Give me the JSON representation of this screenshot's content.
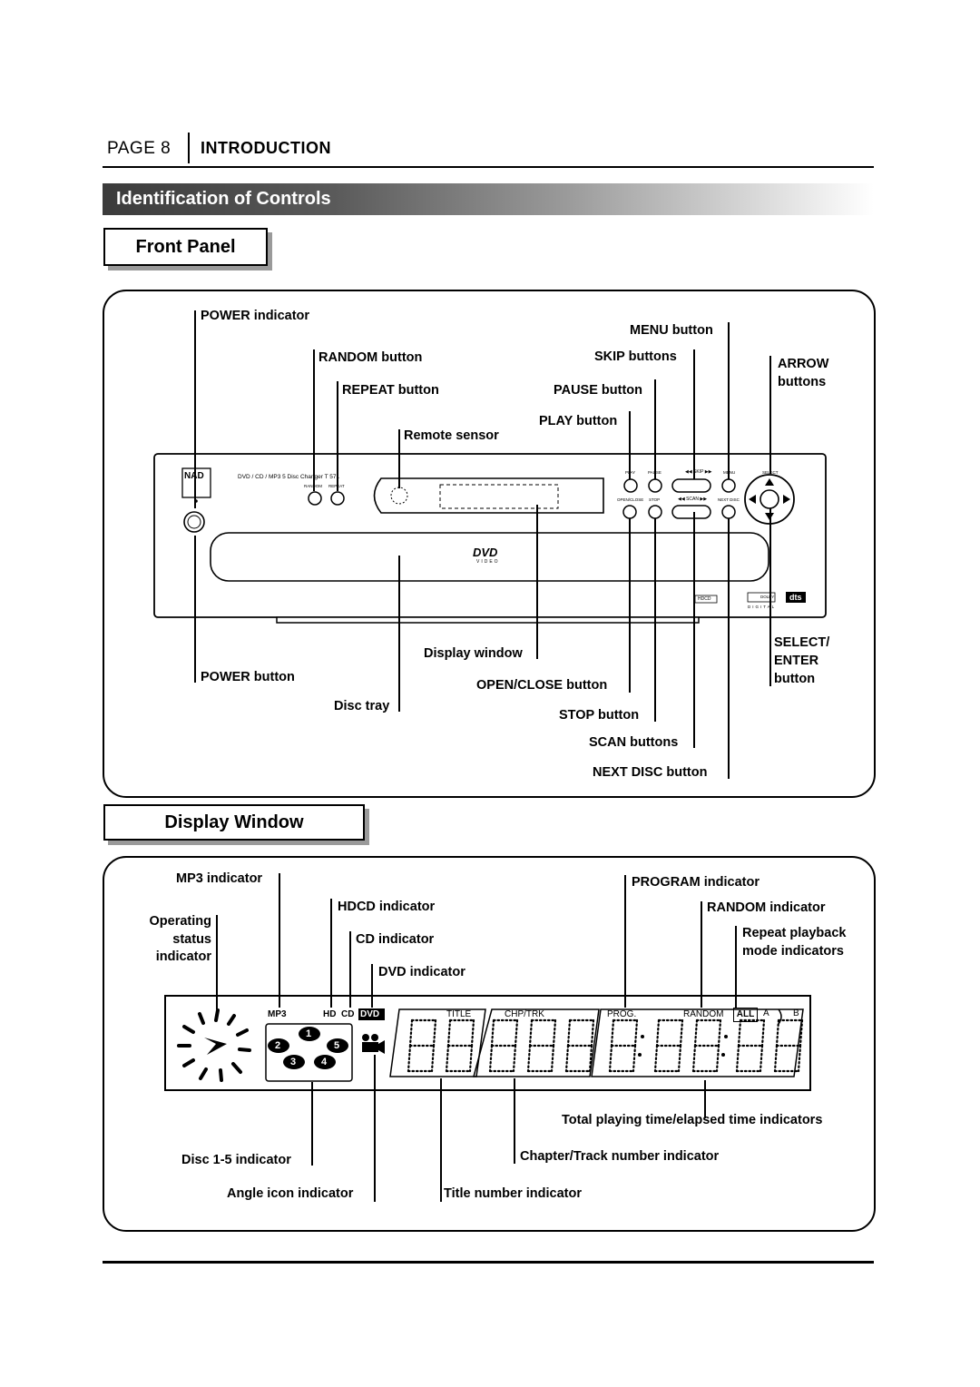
{
  "header": {
    "page": "PAGE 8",
    "section": "INTRODUCTION"
  },
  "banner": "Identification of Controls",
  "front_panel": {
    "title": "Front Panel",
    "labels": {
      "power_indicator": "POWER indicator",
      "random_button": "RANDOM button",
      "repeat_button": "REPEAT button",
      "remote_sensor": "Remote sensor",
      "menu_button": "MENU button",
      "skip_buttons": "SKIP buttons",
      "pause_button": "PAUSE button",
      "play_button": "PLAY button",
      "arrow_buttons_1": "ARROW",
      "arrow_buttons_2": "buttons",
      "power_button": "POWER button",
      "display_window": "Display window",
      "disc_tray": "Disc tray",
      "open_close_button": "OPEN/CLOSE button",
      "stop_button": "STOP button",
      "scan_buttons": "SCAN buttons",
      "next_disc_button": "NEXT DISC button",
      "select_enter_1": "SELECT/",
      "select_enter_2": "ENTER",
      "select_enter_3": "button"
    },
    "device": {
      "brand": "NAD",
      "model_text": "DVD / CD / MP3  5 Disc Changer T 571",
      "random": "RANDOM",
      "repeat": "REPEAT",
      "play": "PLAY",
      "pause": "PAUSE",
      "skip": "SKIP",
      "menu": "MENU",
      "select": "SELECT",
      "open_close": "OPEN/CLOSE",
      "stop": "STOP",
      "scan": "SCAN",
      "next_disc": "NEXT DISC",
      "dvd_logo": "DVD",
      "dvd_video": "VIDEO",
      "hdcd": "HDCD",
      "dolby": "DOLBY",
      "digital": "DIGITAL",
      "dts": "dts"
    }
  },
  "display_window": {
    "title": "Display Window",
    "labels": {
      "mp3_indicator": "MP3 indicator",
      "operating_status_1": "Operating",
      "operating_status_2": "status",
      "operating_status_3": "indicator",
      "hdcd_indicator": "HDCD indicator",
      "cd_indicator": "CD indicator",
      "dvd_indicator": "DVD indicator",
      "program_indicator": "PROGRAM indicator",
      "random_indicator": "RANDOM indicator",
      "repeat_modes_1": "Repeat playback",
      "repeat_modes_2": "mode indicators",
      "total_time": "Total playing time/elapsed time indicators",
      "disc_indicator": "Disc 1-5 indicator",
      "chapter_track": "Chapter/Track number indicator",
      "angle_icon": "Angle icon indicator",
      "title_number": "Title number indicator"
    },
    "display": {
      "mp3": "MP3",
      "hd": "HD",
      "cd": "CD",
      "dvd": "DVD",
      "title": "TITLE",
      "chp_trk": "CHP/TRK",
      "prog": "PROG.",
      "random": "RANDOM",
      "all": "ALL",
      "ab": "A",
      "ab2": "B",
      "discs": [
        "1",
        "2",
        "5",
        "3",
        "4"
      ]
    }
  }
}
